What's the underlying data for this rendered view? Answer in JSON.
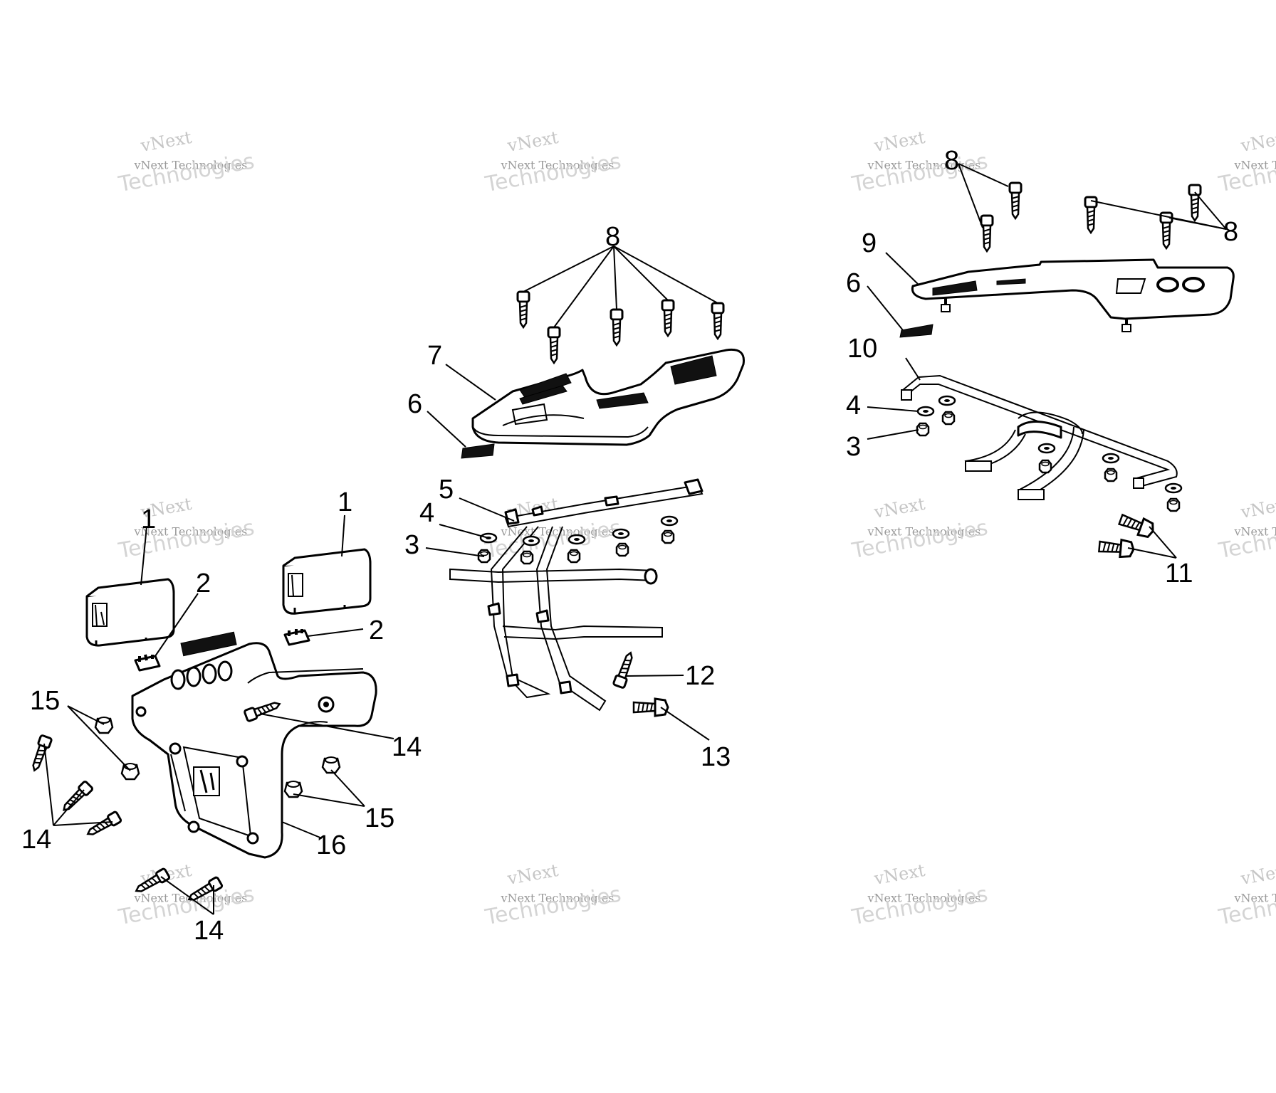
{
  "watermark": {
    "line1": "vNext",
    "line2": "vNext Technologies",
    "line3": "Technologies"
  },
  "callouts": {
    "c1a": "1",
    "c1b": "1",
    "c2a": "2",
    "c2b": "2",
    "c3a": "3",
    "c3b": "3",
    "c4a": "4",
    "c4b": "4",
    "c5": "5",
    "c6a": "6",
    "c6b": "6",
    "c7": "7",
    "c8a": "8",
    "c8b": "8",
    "c8c": "8",
    "c9": "9",
    "c10": "10",
    "c11": "11",
    "c12": "12",
    "c13": "13",
    "c14a": "14",
    "c14b": "14",
    "c14c": "14",
    "c15a": "15",
    "c15b": "15",
    "c16": "16"
  }
}
